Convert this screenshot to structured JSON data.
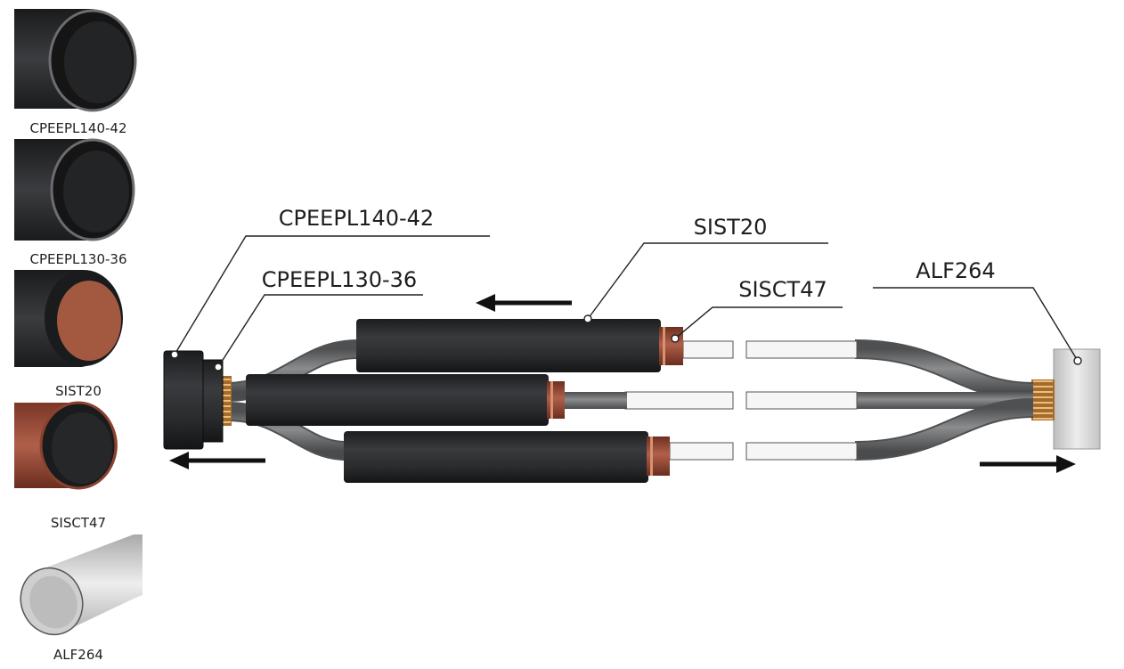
{
  "thumbnails": [
    {
      "label": "CPEEPL140-42",
      "kind": "black-tube"
    },
    {
      "label": "CPEEPL130-36",
      "kind": "black-tube"
    },
    {
      "label": "SIST20",
      "kind": "black-tube-copper-liner"
    },
    {
      "label": "SISCT47",
      "kind": "copper-tube"
    },
    {
      "label": "ALF264",
      "kind": "aluminium-sleeve"
    }
  ],
  "callouts": {
    "cpeepl140": "CPEEPL140-42",
    "cpeepl130": "CPEEPL130-36",
    "sist20": "SIST20",
    "sisct47": "SISCT47",
    "alf264": "ALF264"
  },
  "arrows": [
    {
      "name": "arrow-left-icon",
      "direction": "left"
    },
    {
      "name": "arrow-left-icon",
      "direction": "left"
    },
    {
      "name": "arrow-right-icon",
      "direction": "right"
    }
  ],
  "colors": {
    "sleeve_black": "#2b2c2e",
    "copper": "#9a4b36",
    "cable_grey": "#707274",
    "conductor_white": "#f4f4f4",
    "aluminium": "#d9d9d9"
  }
}
